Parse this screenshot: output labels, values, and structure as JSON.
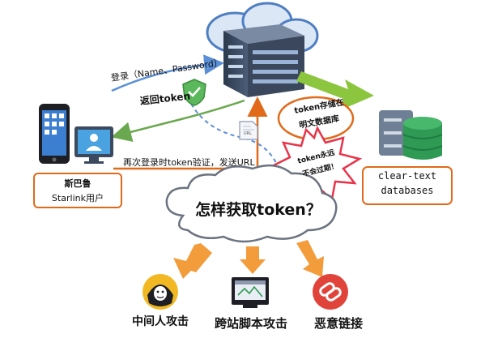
{
  "labels": {
    "login_request": "登录（Name、Password）",
    "return_token": "返回token",
    "relogin_verify": "再次登录时token验证，发送URL",
    "url_doc": "URL",
    "user_name_line1": "斯巴鲁",
    "user_name_line2": "Starlink用户",
    "token_stored": "token存储在",
    "token_stored_2": "明文数据库",
    "token_never_expire": "token永远",
    "token_never_expire_2": "不会过期！",
    "database_line1": "clear-text",
    "database_line2": "databases",
    "question": "怎样获取token？",
    "attack_mitm": "中间人攻击",
    "attack_xss": "跨站脚本攻击",
    "attack_malicious_link": "恶意链接"
  },
  "colors": {
    "blue_arrow": "#5b8fd6",
    "green_arrow": "#6aa84f",
    "orange_arrow": "#e06a1a",
    "db_green": "#2e9a54",
    "db_gray": "#6f7f95",
    "starburst": "#e8344a",
    "attack_yellow": "#f2b824",
    "attack_red": "#e0433a"
  },
  "icons": [
    "cloud-icon",
    "server-icon",
    "shield-check-icon",
    "smartphone-icon",
    "monitor-user-icon",
    "document-icon",
    "database-icon",
    "hacker-icon",
    "browser-window-icon",
    "link-icon"
  ]
}
